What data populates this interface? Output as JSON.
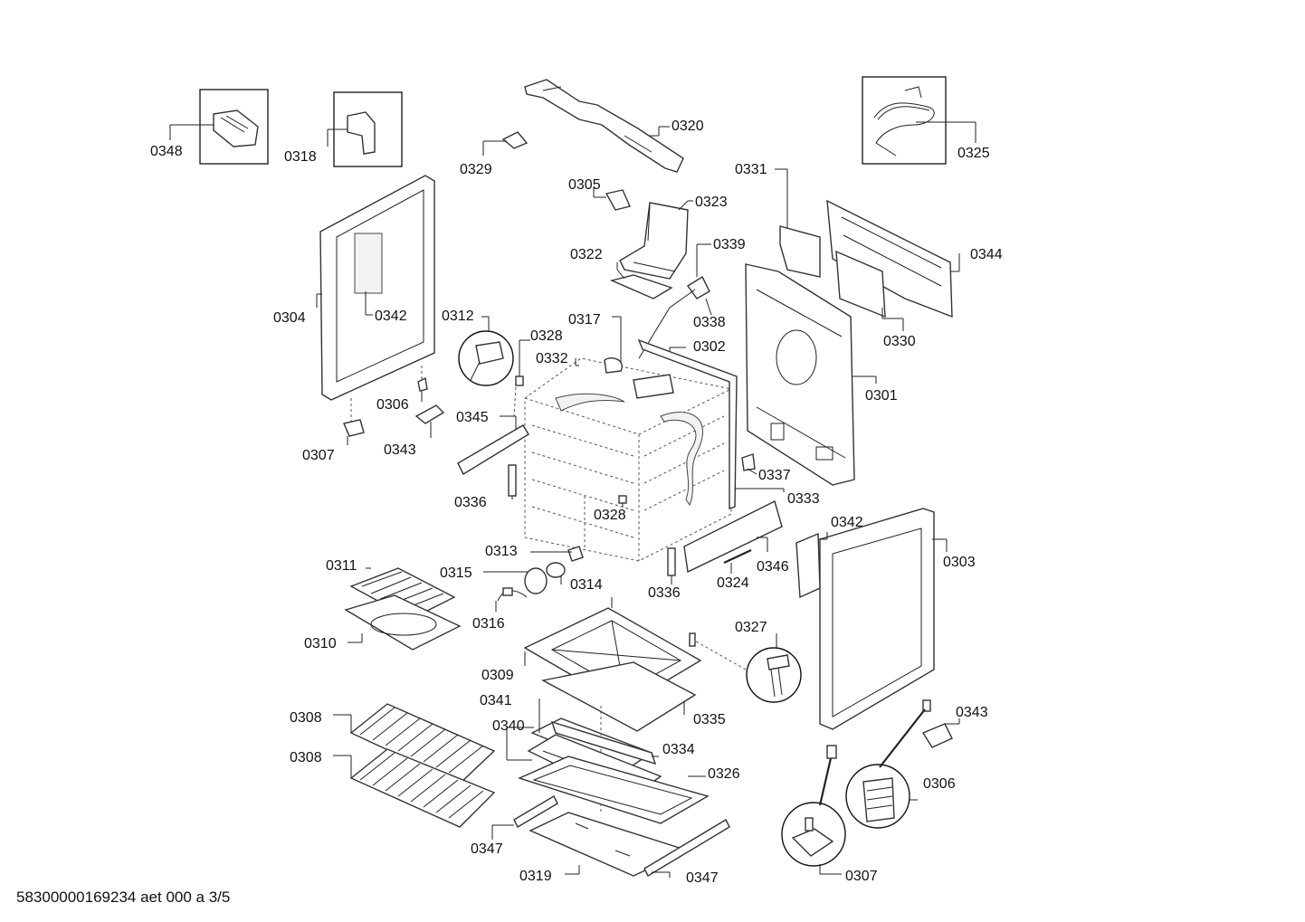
{
  "footer": "58300000169234 aet 000 a 3/5",
  "labels": {
    "p0348": "0348",
    "p0318": "0318",
    "p0329": "0329",
    "p0320": "0320",
    "p0325": "0325",
    "p0305": "0305",
    "p0323": "0323",
    "p0331": "0331",
    "p0322": "0322",
    "p0339": "0339",
    "p0344": "0344",
    "p0304": "0304",
    "p0342a": "0342",
    "p0338": "0338",
    "p0330": "0330",
    "p0312": "0312",
    "p0328a": "0328",
    "p0317": "0317",
    "p0302": "0302",
    "p0332": "0332",
    "p0301": "0301",
    "p0306a": "0306",
    "p0345": "0345",
    "p0307a": "0307",
    "p0343a": "0343",
    "p0337": "0337",
    "p0333": "0333",
    "p0336a": "0336",
    "p0328b": "0328",
    "p0342b": "0342",
    "p0303": "0303",
    "p0313": "0313",
    "p0346": "0346",
    "p0311": "0311",
    "p0315": "0315",
    "p0314": "0314",
    "p0324": "0324",
    "p0336b": "0336",
    "p0316": "0316",
    "p0327": "0327",
    "p0310": "0310",
    "p0309": "0309",
    "p0341": "0341",
    "p0335": "0335",
    "p0308a": "0308",
    "p0343b": "0343",
    "p0340": "0340",
    "p0334": "0334",
    "p0308b": "0308",
    "p0326": "0326",
    "p0306b": "0306",
    "p0347a": "0347",
    "p0319": "0319",
    "p0347b": "0347",
    "p0307b": "0307"
  }
}
